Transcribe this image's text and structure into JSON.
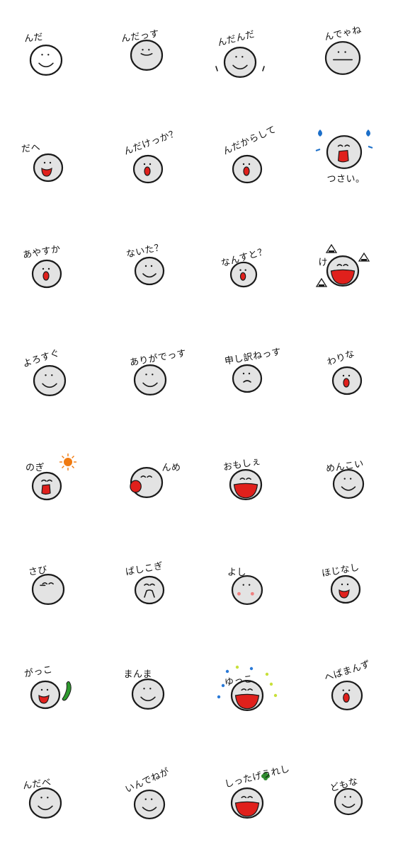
{
  "stickers": [
    {
      "label": "んだ"
    },
    {
      "label": "んだっす"
    },
    {
      "label": "んだんだ"
    },
    {
      "label": "んでゃね"
    },
    {
      "label": "だへ"
    },
    {
      "label": "んだけっか？"
    },
    {
      "label": "んだからして"
    },
    {
      "label": "つさい。"
    },
    {
      "label": "あやすか"
    },
    {
      "label": "ないた？"
    },
    {
      "label": "なんすと？"
    },
    {
      "label": "け"
    },
    {
      "label": "よろすぐ"
    },
    {
      "label": "ありがでっす"
    },
    {
      "label": "申し訳ねっす"
    },
    {
      "label": "わりな"
    },
    {
      "label": "のぎ"
    },
    {
      "label": "んめ"
    },
    {
      "label": "おもしぇ"
    },
    {
      "label": "めんこい"
    },
    {
      "label": "さび"
    },
    {
      "label": "ばしこぎ"
    },
    {
      "label": "よし"
    },
    {
      "label": "ほじなし"
    },
    {
      "label": "がっこ"
    },
    {
      "label": "まんま"
    },
    {
      "label": "ゆっこ"
    },
    {
      "label": "へばまんず"
    },
    {
      "label": "んだべ"
    },
    {
      "label": "いんでねが"
    },
    {
      "label": "しったげうれし"
    },
    {
      "label": "どもな"
    }
  ],
  "colors": {
    "face": "#e3e3e3",
    "outline": "#1a1a1a",
    "mouth": "#e0201c",
    "sweat": "#1c6fc9",
    "sun": "#f07a10",
    "cucumber": "#2e9a2e",
    "clover": "#2e8b2e"
  }
}
